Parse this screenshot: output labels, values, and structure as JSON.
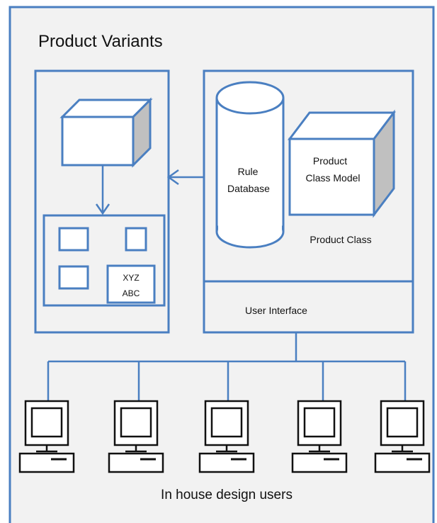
{
  "title": "Product Variants",
  "box_labels": {
    "rule_database_line1": "Rule",
    "rule_database_line2": "Database",
    "product_class_model_line1": "Product",
    "product_class_model_line2": "Class Model",
    "product_class": "Product Class",
    "user_interface": "User Interface",
    "xyz": "XYZ",
    "abc": "ABC"
  },
  "footer": "In house design users",
  "colors": {
    "background": "#f2f2f2",
    "outline": "#4a7fc1",
    "cube_side": "#c0c0c0",
    "terminal": "#111111"
  },
  "terminals": [
    "computer-icon",
    "computer-icon",
    "computer-icon",
    "computer-icon",
    "computer-icon"
  ]
}
